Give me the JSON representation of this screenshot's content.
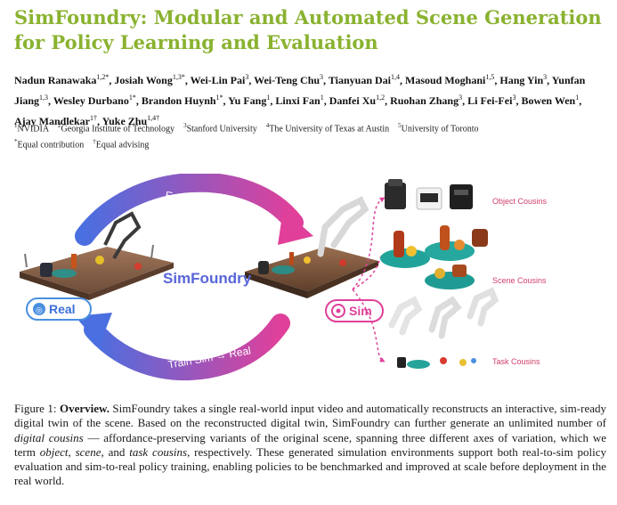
{
  "title_line1": "SimFoundry: Modular and Automated Scene Generation",
  "title_line2": "for Policy Learning and Evaluation",
  "authors": [
    {
      "name": "Nadun Ranawaka",
      "sup": "1,2*",
      "sep": ", "
    },
    {
      "name": "Josiah Wong",
      "sup": "1,3*",
      "sep": ", "
    },
    {
      "name": "Wei-Lin Pai",
      "sup": "3",
      "sep": ", "
    },
    {
      "name": "Wei-Teng Chu",
      "sup": "3",
      "sep": ", "
    },
    {
      "name": "Tianyuan Dai",
      "sup": "1,4",
      "sep": ", "
    },
    {
      "name": "Masoud Moghani",
      "sup": "1,5",
      "sep": ", "
    },
    {
      "name": "Hang Yin",
      "sup": "3",
      "sep": ", "
    },
    {
      "name": "Yunfan Jiang",
      "sup": "1,3",
      "sep": ", "
    },
    {
      "name": "Wesley Durbano",
      "sup": "1*",
      "sep": ", "
    },
    {
      "name": "Brandon Huynh",
      "sup": "1*",
      "sep": ", "
    },
    {
      "name": "Yu Fang",
      "sup": "1",
      "sep": ", "
    },
    {
      "name": "Linxi Fan",
      "sup": "1",
      "sep": ", "
    },
    {
      "name": "Danfei Xu",
      "sup": "1,2",
      "sep": ", "
    },
    {
      "name": "Ruohan Zhang",
      "sup": "3",
      "sep": ", "
    },
    {
      "name": "Li Fei-Fei",
      "sup": "3",
      "sep": ", "
    },
    {
      "name": "Bowen Wen",
      "sup": "1",
      "sep": ", "
    },
    {
      "name": "Ajay Mandlekar",
      "sup": "1†",
      "sep": ", "
    },
    {
      "name": "Yuke Zhu",
      "sup": "1,4†",
      "sep": ""
    }
  ],
  "affiliations": [
    {
      "sup": "1",
      "name": "NVIDIA"
    },
    {
      "sup": "2",
      "name": "Georgia Institute of Technology"
    },
    {
      "sup": "3",
      "name": "Stanford University"
    },
    {
      "sup": "4",
      "name": "The University of Texas at Austin"
    },
    {
      "sup": "5",
      "name": "University of Toronto"
    }
  ],
  "contributions": [
    {
      "sup": "*",
      "name": "Equal contribution"
    },
    {
      "sup": "†",
      "name": "Equal advising"
    }
  ],
  "figure": {
    "center_label": "SimFoundry",
    "real_label": "Real",
    "sim_label": "Sim",
    "top_arc_label": "Eval Real → Sim",
    "bottom_arc_label": "Train Sim → Real",
    "object_cousins": "Object Cousins",
    "scene_cousins": "Scene Cousins",
    "task_cousins": "Task Cousins",
    "colors": {
      "title_green": "#8ab230",
      "arc_blue": "#4a6fe0",
      "arc_pink": "#e0409a",
      "cousin_label": "#d0406a"
    }
  },
  "caption": {
    "prefix": "Figure 1: ",
    "bold": "Overview.",
    "text1": " SimFoundry takes a single real-world input video and automatically reconstructs an interactive, sim-ready digital twin of the scene. Based on the reconstructed digital twin, SimFoundry can further generate an unlimited number of ",
    "em1": "digital cousins",
    "text2": " — affordance-preserving variants of the original scene, spanning three different axes of variation, which we term ",
    "em2": "object",
    "text3": ", ",
    "em3": "scene",
    "text4": ", and ",
    "em4": "task cousins",
    "text5": ", respectively. These generated simulation environments support both real-to-sim policy evaluation and sim-to-real policy training, enabling policies to be benchmarked and improved at scale before deployment in the real world."
  }
}
